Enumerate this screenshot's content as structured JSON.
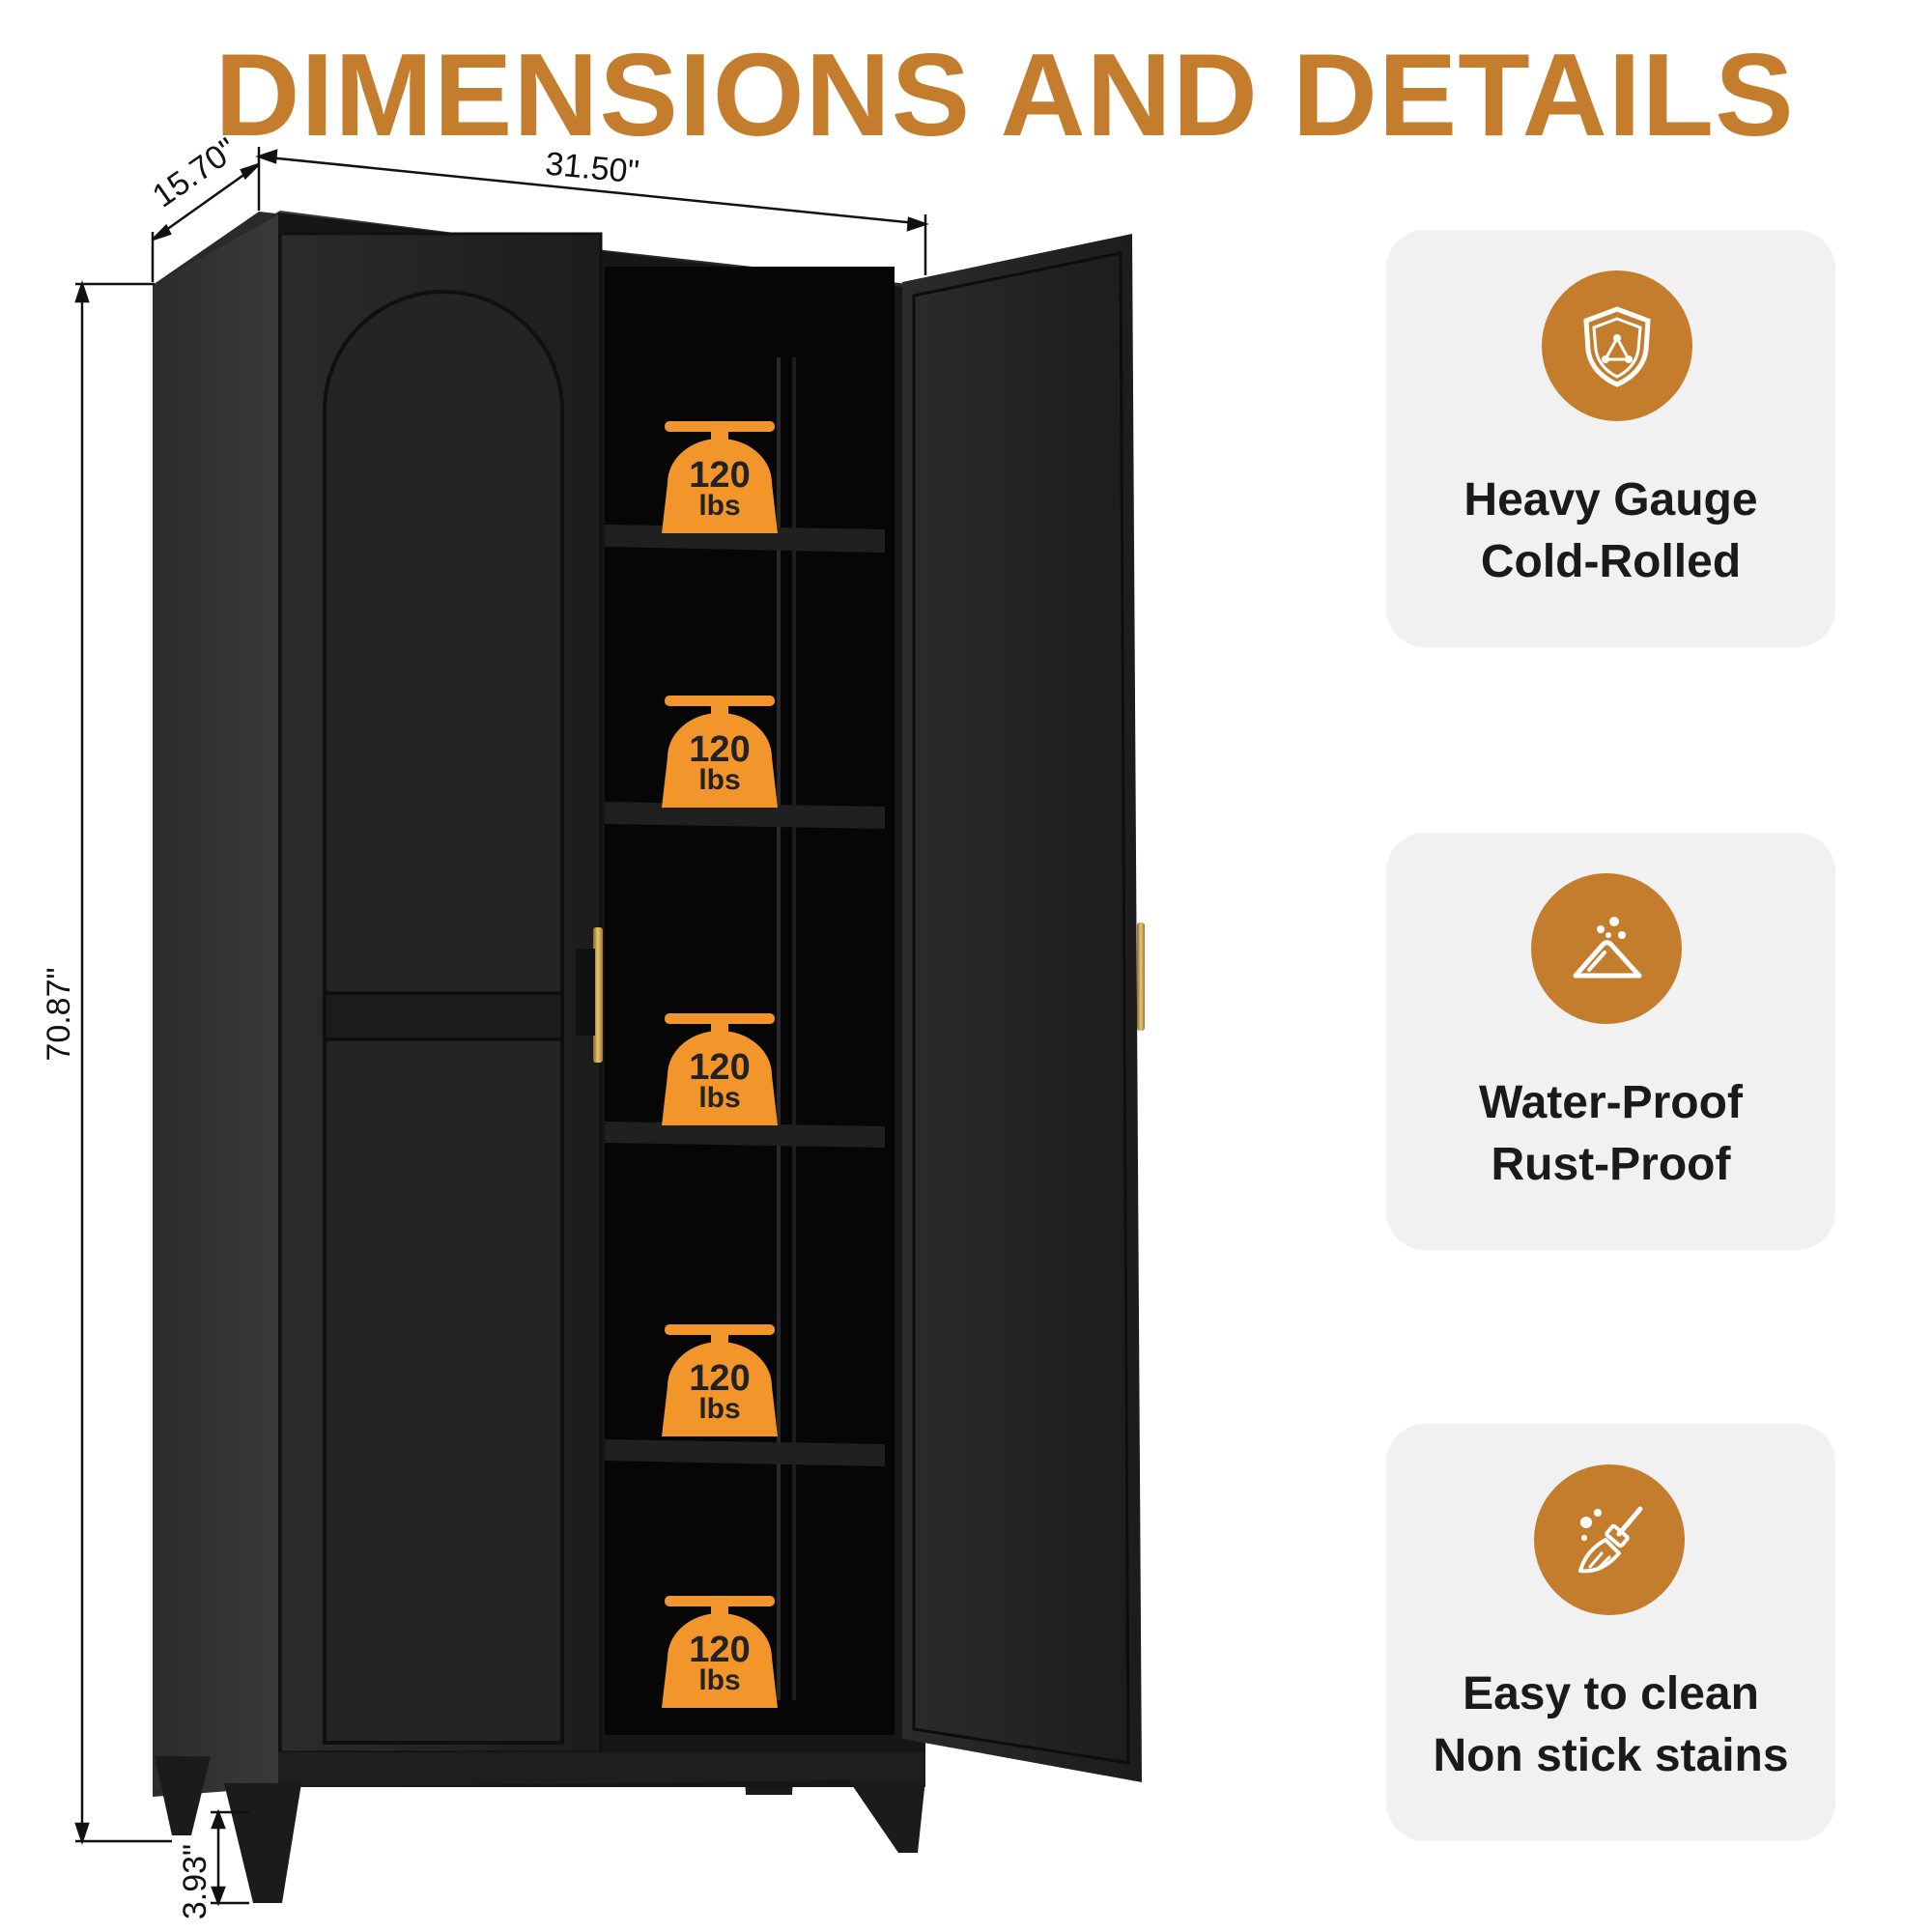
{
  "title": "DIMENSIONS AND DETAILS",
  "dimensions": {
    "width": "31.50\"",
    "depth": "15.70\"",
    "height": "70.87\"",
    "leg_height": "3.93\""
  },
  "shelf_capacity": {
    "value": "120",
    "unit": "lbs"
  },
  "features": [
    {
      "icon": "shield-icon",
      "line1": "Heavy Gauge",
      "line2": "Cold-Rolled"
    },
    {
      "icon": "waterproof-icon",
      "line1": "Water-Proof",
      "line2": "Rust-Proof"
    },
    {
      "icon": "broom-icon",
      "line1": "Easy to clean",
      "line2": "Non stick stains"
    }
  ],
  "colors": {
    "accent": "#c47d2c",
    "badge": "#f2962c",
    "cabinet": "#1a1a1a",
    "card": "#f1f1f1"
  }
}
